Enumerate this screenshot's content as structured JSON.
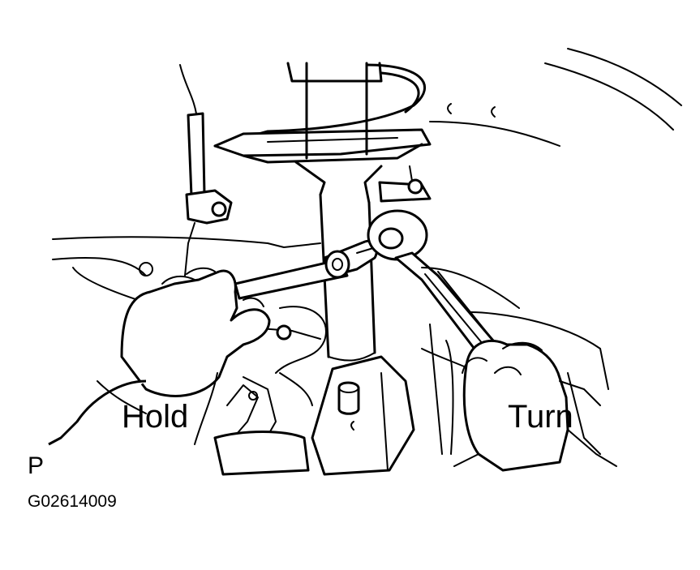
{
  "labels": {
    "hold": "Hold",
    "turn": "Turn"
  },
  "view_marker": "P",
  "figure_code": "G02614009",
  "colors": {
    "ink": "#000000",
    "paper": "#ffffff"
  }
}
